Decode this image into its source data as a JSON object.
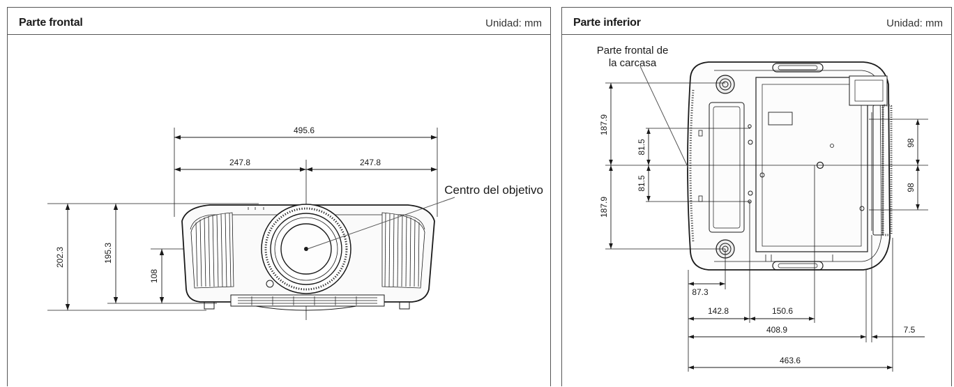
{
  "front": {
    "title": "Parte frontal",
    "unit": "Unidad: mm",
    "callout": "Centro del objetivo",
    "dims": {
      "total_width": "495.6",
      "half_left": "247.8",
      "half_right": "247.8",
      "height_total": "202.3",
      "height_body": "195.3",
      "lens_height": "108"
    }
  },
  "bottom": {
    "title": "Parte inferior",
    "unit": "Unidad: mm",
    "callout_line1": "Parte frontal de",
    "callout_line2": "la carcasa",
    "dims": {
      "upper_half": "187.9",
      "lower_half": "187.9",
      "upper_inner": "81.5",
      "lower_inner": "81.5",
      "right_upper": "98",
      "right_lower": "98",
      "d_87": "87.3",
      "d_142": "142.8",
      "d_150": "150.6",
      "d_408": "408.9",
      "d_7": "7.5",
      "d_463": "463.6"
    }
  }
}
